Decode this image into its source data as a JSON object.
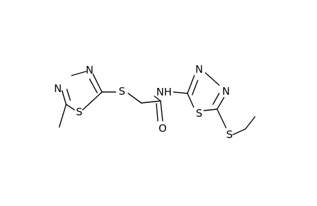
{
  "atoms": {
    "n_left_top": "N",
    "n_left_bottom": "N",
    "s_left_ring": "S",
    "s_linker": "S",
    "o_carbonyl": "O",
    "nh_amide": "NH",
    "n_right_top": "N",
    "n_right_right": "N",
    "s_right_ring": "S",
    "s_ethyl": "S"
  }
}
